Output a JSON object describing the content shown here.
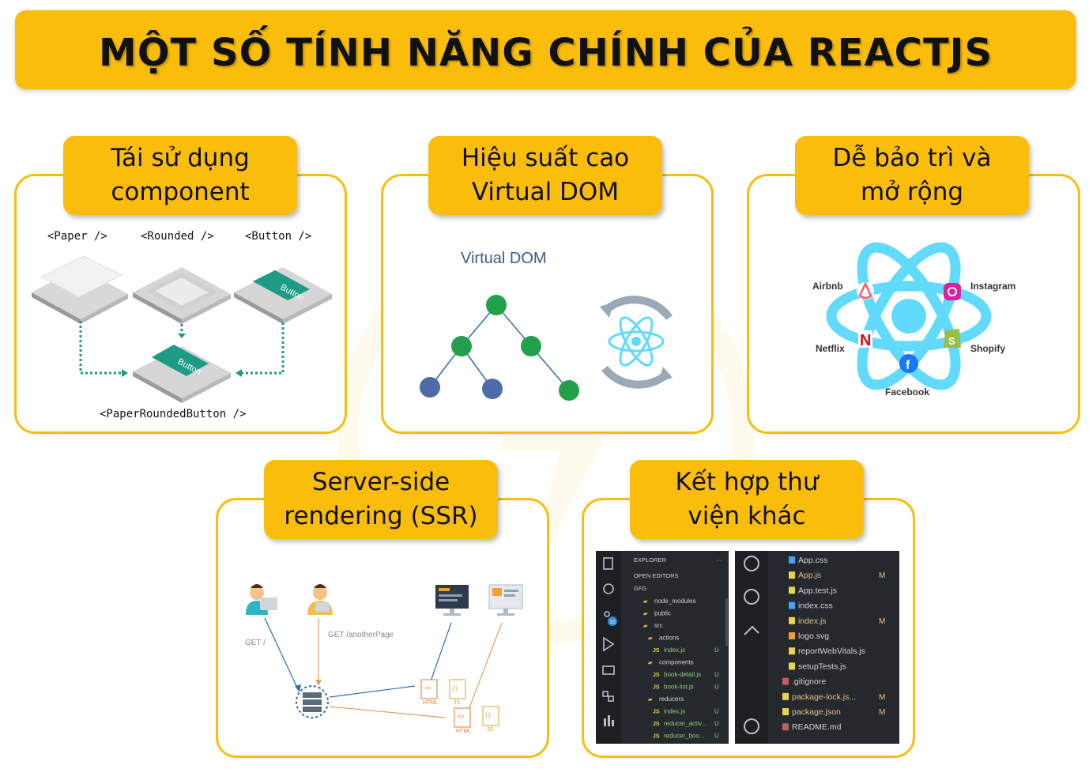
{
  "banner": {
    "title": "MỘT SỐ TÍNH NĂNG CHÍNH CỦA REACTJS"
  },
  "features": [
    {
      "label_lines": [
        "Tái sử dụng",
        "component"
      ],
      "tags": {
        "paper": "<Paper />",
        "rounded": "<Rounded />",
        "button": "<Button />",
        "combined": "<PaperRoundedButton />"
      },
      "button_text": "Button"
    },
    {
      "label_lines": [
        "Hiệu suất cao",
        "Virtual DOM"
      ],
      "diagram_title": "Virtual DOM"
    },
    {
      "label_lines": [
        "Dễ bảo trì và",
        "mở rộng"
      ],
      "brands": [
        "Airbnb",
        "Instagram",
        "Netflix",
        "Shopify",
        "Facebook"
      ]
    },
    {
      "label_lines": [
        "Server-side",
        "rendering (SSR)"
      ],
      "requests": [
        "GET /",
        "GET /anotherPage"
      ],
      "file_tags": [
        "HTML",
        "JS"
      ]
    },
    {
      "label_lines": [
        "Kết hợp thư",
        "viện khác"
      ],
      "explorer": {
        "header": "EXPLORER",
        "open_editors": "OPEN EDITORS",
        "project": "GFG",
        "badge": "10",
        "items": [
          {
            "name": "node_modules",
            "type": "folder"
          },
          {
            "name": "public",
            "type": "folder"
          },
          {
            "name": "src",
            "type": "folder"
          },
          {
            "name": "actions",
            "type": "folder",
            "status": ""
          },
          {
            "name": "index.js",
            "type": "js",
            "status": "U"
          },
          {
            "name": "components",
            "type": "folder",
            "status": ""
          },
          {
            "name": "book-detail.js",
            "type": "js",
            "status": "U"
          },
          {
            "name": "book-list.js",
            "type": "js",
            "status": "U"
          },
          {
            "name": "reducers",
            "type": "folder",
            "status": ""
          },
          {
            "name": "index.js",
            "type": "js",
            "status": "U"
          },
          {
            "name": "reducer_activ...",
            "type": "js",
            "status": "U"
          },
          {
            "name": "reducer_boo...",
            "type": "js",
            "status": "U"
          }
        ]
      },
      "files": [
        {
          "name": "App.css",
          "status": ""
        },
        {
          "name": "App.js",
          "status": "M"
        },
        {
          "name": "App.test.js",
          "status": ""
        },
        {
          "name": "index.css",
          "status": ""
        },
        {
          "name": "index.js",
          "status": "M"
        },
        {
          "name": "logo.svg",
          "status": ""
        },
        {
          "name": "reportWebVitals.js",
          "status": ""
        },
        {
          "name": "setupTests.js",
          "status": ""
        },
        {
          "name": ".gitignore",
          "status": ""
        },
        {
          "name": "package-lock.js...",
          "status": "M"
        },
        {
          "name": "package.json",
          "status": "M"
        },
        {
          "name": "README.md",
          "status": ""
        }
      ]
    }
  ],
  "colors": {
    "accent": "#fbbd0b",
    "react_blue": "#61dafb",
    "node_green": "#22a04b",
    "node_blue": "#4e6aa9",
    "teal": "#1e9b84"
  }
}
